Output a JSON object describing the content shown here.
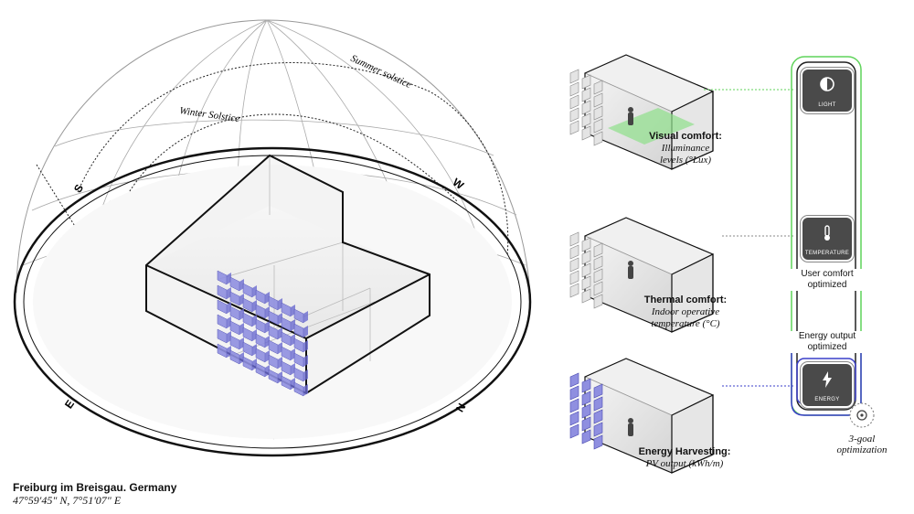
{
  "sunpath": {
    "summer_label": "Summer solstice",
    "winter_label": "Winter Solstice",
    "dir_s": "S",
    "dir_w": "W",
    "dir_e": "E",
    "dir_n": "N"
  },
  "location": {
    "title": "Freiburg im Breisgau. Germany",
    "coords": "47°59'45\" N, 7°51'07\" E"
  },
  "panels": [
    {
      "title": "Visual comfort:",
      "sub1": "Illuminance",
      "sub2": "levels (°Lux)"
    },
    {
      "title": "Thermal comfort:",
      "sub1": "Indoor operative",
      "sub2": "temperature (°C)"
    },
    {
      "title": "Energy Harvesting:",
      "sub1": "PV output (kWh/m)"
    }
  ],
  "goals": {
    "light": "LIGHT",
    "temperature": "TEMPERATURE",
    "energy": "ENERGY",
    "user_comfort": [
      "User comfort",
      "optimized"
    ],
    "energy_output": [
      "Energy output",
      "optimized"
    ],
    "three_goal": [
      "3-goal",
      "optimization"
    ]
  },
  "colors": {
    "light_accent": "#5fd35a",
    "energy_accent": "#3a3ec8",
    "pv_panel": "#8f8fe0",
    "button": "#4a4a4a"
  }
}
